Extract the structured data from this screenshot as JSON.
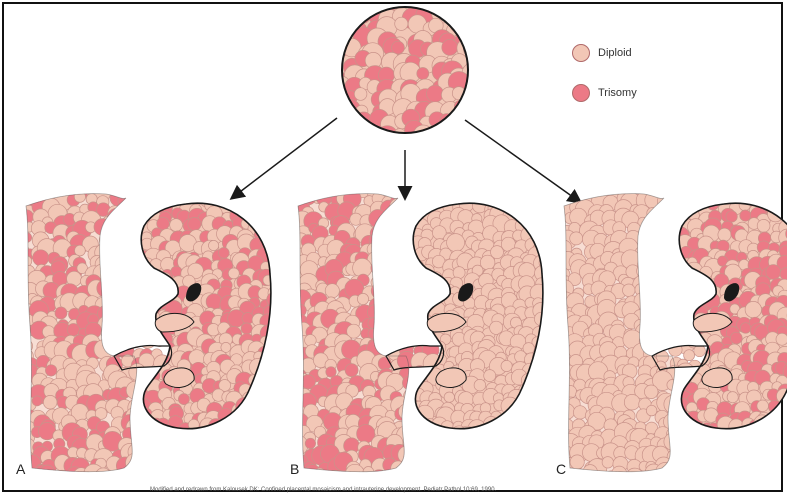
{
  "legend": {
    "items": [
      {
        "label": "Diploid",
        "color": "#f2c7b6"
      },
      {
        "label": "Trisomy",
        "color": "#ec7a86"
      }
    ]
  },
  "panels": [
    {
      "label": "A",
      "placenta_mix": 0.45,
      "fetus_mix": 0.4
    },
    {
      "label": "B",
      "placenta_mix": 0.45,
      "fetus_mix": 0.0
    },
    {
      "label": "C",
      "placenta_mix": 0.0,
      "fetus_mix": 0.42
    }
  ],
  "caption": "Modified and redrawn from Kalousek DK: Confined placental mosaicism and intrauterine development. Pediatr Pathol 10:69, 1990.",
  "colors": {
    "diploid": "#f2c7b6",
    "trisomy": "#ec7a86",
    "cell_stroke": "#c9938a",
    "background_pink": "#f7ddd3",
    "outline": "#1a1a1a"
  }
}
